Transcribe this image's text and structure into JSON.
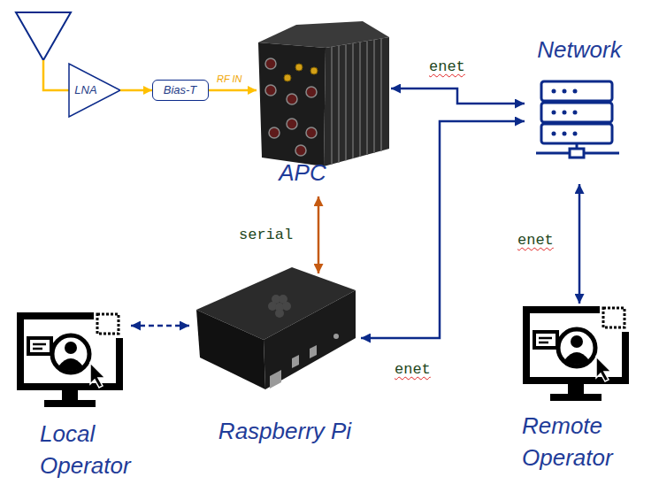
{
  "diagram": {
    "nodes": [
      {
        "text": [
          "LNA"
        ]
      },
      {
        "text": [
          "Bias-T"
        ]
      },
      {
        "text": [
          "APC"
        ]
      },
      {
        "text": [
          "Network"
        ]
      },
      {
        "text": [
          "Local Operator"
        ]
      },
      {
        "text": [
          "Raspberry Pi"
        ]
      },
      {
        "text": [
          "Remote Operator"
        ]
      }
    ],
    "edges": [
      {
        "from": 0,
        "to": 1,
        "arrow": "to"
      },
      {
        "from": 1,
        "to": 2,
        "label": "RF IN",
        "arrow": "to"
      },
      {
        "from": 2,
        "to": 3,
        "label": "enet",
        "arrow": "both"
      },
      {
        "from": 2,
        "to": 5,
        "label": "serial",
        "arrow": "both"
      },
      {
        "from": 5,
        "to": 3,
        "label": "enet",
        "arrow": "both"
      },
      {
        "from": 3,
        "to": 6,
        "label": "enet",
        "arrow": "both"
      },
      {
        "from": 4,
        "to": 5,
        "arrow": "both"
      }
    ]
  }
}
